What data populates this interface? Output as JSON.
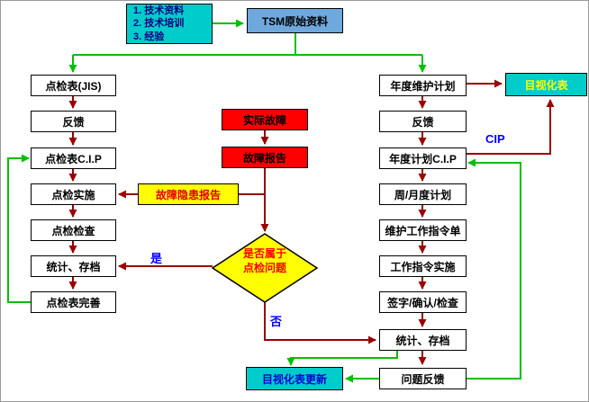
{
  "source_box": {
    "items": [
      "1. 技术资料",
      "2. 技术培训",
      "3. 经验"
    ]
  },
  "tsm_box": {
    "label": "TSM原始资料"
  },
  "left_column": [
    {
      "label": "点检表(JIS)"
    },
    {
      "label": "反馈"
    },
    {
      "label": "点检表C.I.P"
    },
    {
      "label": "点检实施"
    },
    {
      "label": "点检检查"
    },
    {
      "label": "统计、存档"
    },
    {
      "label": "点检表完善"
    }
  ],
  "middle": {
    "actual_fault": "实际故障",
    "fault_report": "故障报告",
    "hidden_fault_report": "故障隐患报告",
    "decision_line1": "是否属于",
    "decision_line2": "点检问题",
    "yes": "是",
    "no": "否"
  },
  "right_column": [
    {
      "label": "年度维护计划"
    },
    {
      "label": "反馈"
    },
    {
      "label": "年度计划C.I.P"
    },
    {
      "label": "周/月度计划"
    },
    {
      "label": "维护工作指令单"
    },
    {
      "label": "工作指令实施"
    },
    {
      "label": "签字/确认/检查"
    },
    {
      "label": "统计、存档"
    },
    {
      "label": "问题反馈"
    }
  ],
  "side": {
    "visual_table": "目视化表",
    "cip": "CIP"
  },
  "bottom": {
    "visual_table_update": "目视化表更新"
  },
  "colors": {
    "arrow_main": "#990000",
    "arrow_feedback": "#00C000",
    "box_red": "#FF0000",
    "box_yellow": "#FFFF00",
    "box_cyan": "#00CCCC",
    "box_lightblue": "#6FA8DC",
    "label_blue": "#0000FF",
    "decision_text": "#FF0000",
    "visual_table_text": "#FFFF00"
  }
}
